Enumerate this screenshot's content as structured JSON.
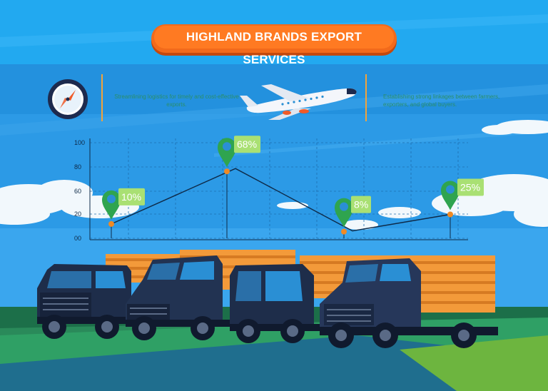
{
  "header": {
    "title": "HIGHLAND BRANDS EXPORT SERVICES",
    "left_blurb": "Streamlining logistics for timely and cost-effective exports.",
    "right_blurb": "Establishing strong linkages between farmers, exporters, and global buyers."
  },
  "icons": {
    "compass": "compass-icon",
    "airplane": "airplane-icon",
    "location_pin": "location-pin-icon",
    "truck": "truck-icon"
  },
  "colors": {
    "accent_orange": "#ff7a22",
    "label_green": "#a9e073",
    "pin_green": "#2fa44f",
    "point_orange": "#f08a24",
    "sky_blue": "#2aa0e8",
    "truck_navy": "#1e2d4a",
    "cargo_orange": "#f39a3a"
  },
  "chart_data": {
    "type": "line",
    "y_ticks": [
      "100",
      "80",
      "60",
      "20",
      "00"
    ],
    "ylim": [
      0,
      100
    ],
    "points": [
      {
        "label": "10%",
        "y": 15
      },
      {
        "label": "68%",
        "y": 70
      },
      {
        "label": "8%",
        "y": 7
      },
      {
        "label": "25%",
        "y": 25
      }
    ],
    "grid": true
  }
}
